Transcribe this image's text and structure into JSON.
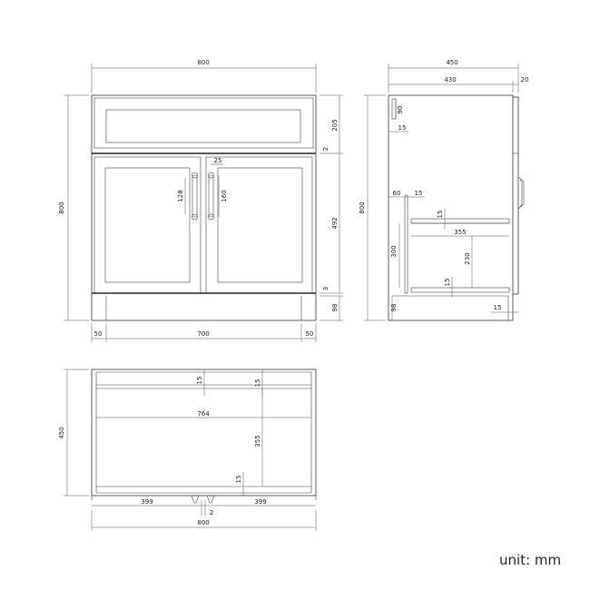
{
  "unit_label": "unit: mm",
  "front_view": {
    "width": "800",
    "height": "800",
    "drawer_height": "205",
    "gap": "2",
    "handle_offset": "25",
    "handle_left": "128",
    "handle_right": "160",
    "door_height": "492",
    "plinth_gap": "3",
    "plinth_height": "98",
    "leg_left": "50",
    "plinth_width": "700",
    "leg_right": "50"
  },
  "side_view": {
    "depth": "450",
    "body_depth": "430",
    "door_thickness": "20",
    "top_rail": "90",
    "top_panel": "15",
    "height": "800",
    "shelf_offset": "60",
    "back_panel": "15",
    "shelf_thickness": "15",
    "shelf_depth": "355",
    "lower_height": "300",
    "shelf_clearance": "230",
    "bottom_panel": "15",
    "plinth_height": "98",
    "plinth_recess": "15"
  },
  "top_view": {
    "depth": "450",
    "top_rail": "15",
    "side_panel": "15",
    "inner_width": "764",
    "inner_depth": "355",
    "bottom_rail": "15",
    "left_half": "399",
    "gap": "2",
    "right_half": "399",
    "width": "800"
  }
}
